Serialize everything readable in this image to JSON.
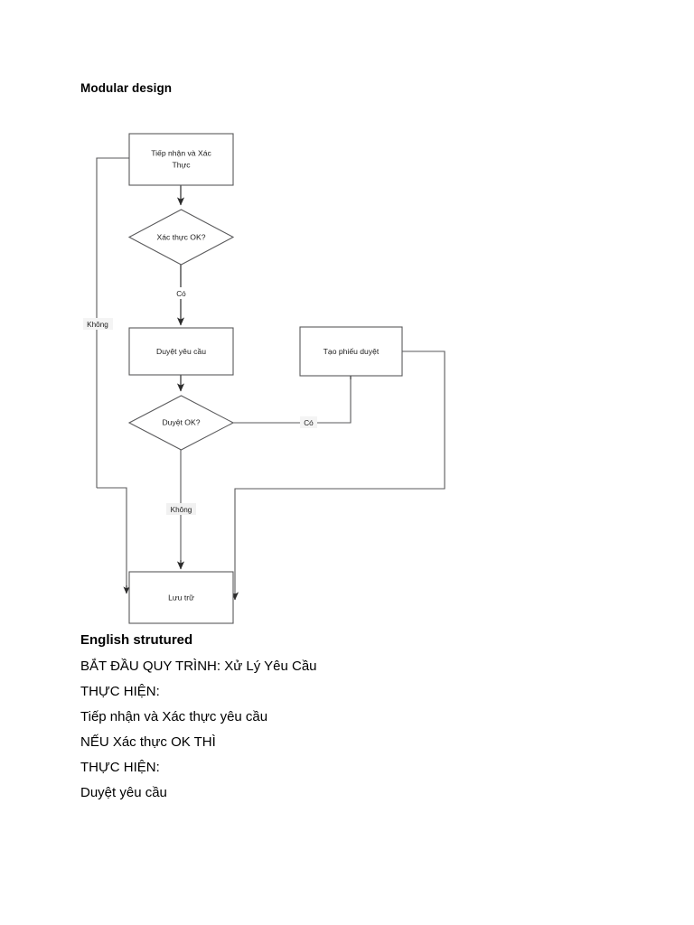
{
  "document": {
    "heading": "Modular design",
    "section_title": "English strutured"
  },
  "colors": {
    "page_background": "#ffffff",
    "shape_stroke": "#59595b",
    "shape_fill": "#ffffff",
    "text": "#000000",
    "arrow_dark": "#2b2b2b"
  },
  "flowchart": {
    "nodes": [
      {
        "id": "receive",
        "type": "process",
        "label_line1": "Tiếp nhận và Xác",
        "label_line2": "Thực"
      },
      {
        "id": "verify_ok",
        "type": "decision",
        "label": "Xác thực OK?"
      },
      {
        "id": "approve",
        "type": "process",
        "label": "Duyệt yêu cầu"
      },
      {
        "id": "approve_ok",
        "type": "decision",
        "label": "Duyệt OK?"
      },
      {
        "id": "create_slip",
        "type": "process",
        "label": "Tạo phiếu duyệt"
      },
      {
        "id": "store",
        "type": "process",
        "label": "Lưu trữ"
      }
    ],
    "edge_labels": {
      "verify_yes": "Có",
      "verify_no": "Không",
      "approve_yes": "Có",
      "approve_no": "Không"
    }
  },
  "body_lines": [
    "BẮT ĐẦU QUY TRÌNH: Xử Lý Yêu Cầu",
    "THỰC HIỆN:",
    "Tiếp nhận và Xác thực yêu cầu",
    "NẾU Xác thực OK THÌ",
    "THỰC HIỆN:",
    "Duyệt yêu cầu"
  ]
}
